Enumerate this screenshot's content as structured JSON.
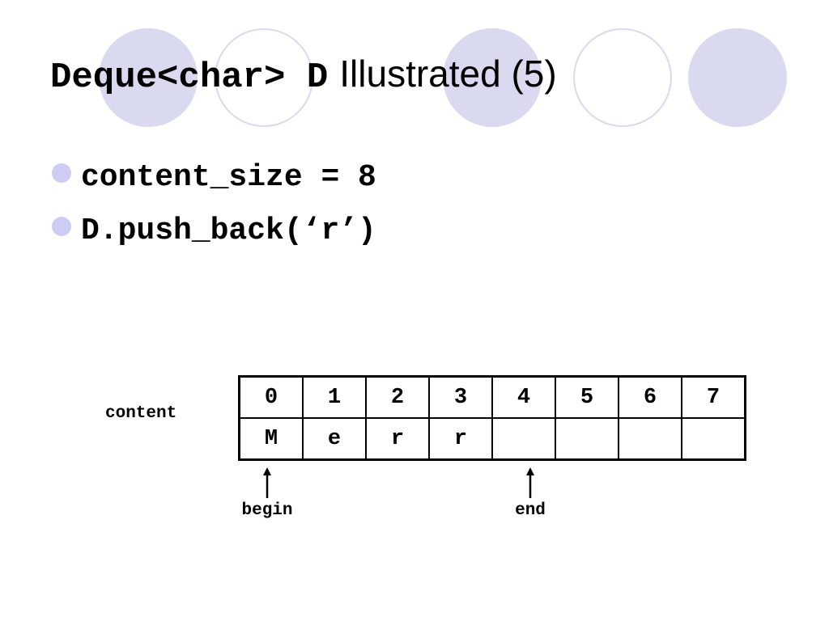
{
  "title": {
    "code_part": "Deque<char> D",
    "text_part": "Illustrated (5)"
  },
  "bullets": [
    "content_size = 8",
    "D.push_back(‘r’)"
  ],
  "array": {
    "label": "content",
    "indices": [
      "0",
      "1",
      "2",
      "3",
      "4",
      "5",
      "6",
      "7"
    ],
    "values": [
      "M",
      "e",
      "r",
      "r",
      "",
      "",
      "",
      ""
    ]
  },
  "pointers": {
    "begin": "begin",
    "end": "end"
  },
  "colors": {
    "decor_circle": "#d9d9ef",
    "bullet_dot": "#ccccf4"
  }
}
